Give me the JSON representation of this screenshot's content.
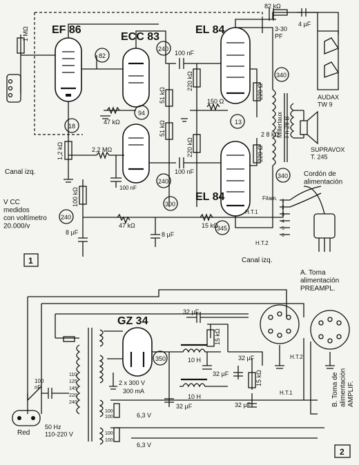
{
  "figure1": {
    "tubes": {
      "ef86": "EF 86",
      "ecc83": "ECC 83",
      "el84_top": "EL 84",
      "el84_bottom": "EL 84"
    },
    "voltage_nodes": [
      "82",
      "94",
      "240",
      "13",
      "340",
      "340",
      "240",
      "300",
      "345",
      "240",
      "18"
    ],
    "components": {
      "r_1meg": "1 MΩ",
      "r_1k2": "1,2 kΩ",
      "r_2m2": "2,2 MΩ",
      "r_47k_grid": "47 kΩ",
      "r_51k_a": "51 kΩ",
      "r_51k_b": "51 kΩ",
      "r_220k_a": "220 kΩ",
      "r_220k_b": "220 kΩ",
      "r_150": "150 Ω",
      "r_220_a": "220 Ω",
      "r_220_b": "220 Ω",
      "r_100k": "100 kΩ",
      "r_47k_supply": "47 kΩ",
      "r_15k": "15 kΩ",
      "r_82k": "82 kΩ",
      "r_82k_small": "2 8 kΩ",
      "c_100n_a": "100 nF",
      "c_100n_b": "100 nF",
      "c_100n_c": "100 nF",
      "c_4u": "4 μF",
      "c_3_30": "3-30\nPF",
      "c_8u_a": "8 μF",
      "c_8u_b": "8 μF"
    },
    "transformer": "Millerlaux\nFn 28 B",
    "speaker_small": "AUDAX\nTW 9",
    "speaker_main": "SUPRAVOX\nT. 245",
    "cord_title": "Cordón de\nalimentación",
    "filam": "Filam.",
    "ht1": "H.T.1",
    "ht2": "H.T.2",
    "canal_top": "Canal izq.",
    "canal_bottom": "Canal izq.",
    "vcc_note": "V CC\nmedidos\ncon voltímetro\n20.000/v",
    "pin_numbers": [
      "1",
      "2",
      "3",
      "4",
      "5",
      "6"
    ],
    "fig_number": "1"
  },
  "figure2": {
    "tube": "GZ 34",
    "node": "350",
    "toma_a": "A. Toma\nalimentación\nPREAMPL.",
    "toma_b": "B. Toma de\nalimentación\nAMPLIF.",
    "components": {
      "c_32u_top": "32 μF",
      "r_15k_top": "15 kΩ",
      "l_10h_top": "10 H",
      "c_32u_a": "32 μF",
      "c_32u_b": "32 μF",
      "r_15k_b": "15 kΩ",
      "l_10h_b": "10 H",
      "c_32u_c": "32 μF",
      "c_32u_d": "32 μF",
      "c_100n": "100\nnF",
      "hv": "2 x 300 V",
      "ma": "300 mA",
      "v63_a": "6,3 V",
      "v63_b": "6,3 V",
      "c100_a": "100",
      "c100_b": "100",
      "c100_c": "100",
      "c100_d": "100"
    },
    "taps": [
      "110",
      "125",
      "145",
      "220",
      "240"
    ],
    "ht1": "H.T.1",
    "ht2": "H.T.2",
    "red": "Red",
    "mains": "50 Hz\n110-220 V",
    "fig_number": "2"
  }
}
